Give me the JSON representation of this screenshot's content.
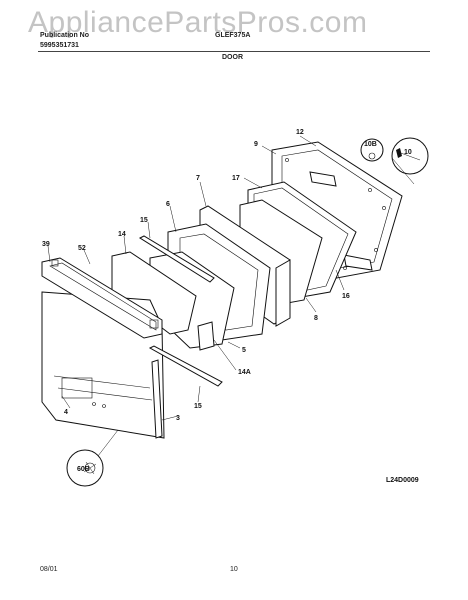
{
  "header": {
    "publication_label": "Publication No",
    "publication_number": "5995351731",
    "model": "GLEF375A",
    "section_title": "DOOR"
  },
  "watermark": "AppliancePartsPros.com",
  "diagram_code": "L24D0009",
  "footer": {
    "date": "08/01",
    "page_number": "10"
  },
  "callouts": {
    "p12": "12",
    "p9": "9",
    "p10B": "10B",
    "p10": "10",
    "p17": "17",
    "p7": "7",
    "p6": "6",
    "p15a": "15",
    "p14": "14",
    "p39": "39",
    "p52": "52",
    "p16": "16",
    "p8": "8",
    "p5": "5",
    "p14A": "14A",
    "p15b": "15",
    "p4": "4",
    "p3": "3",
    "p60B": "60B"
  }
}
